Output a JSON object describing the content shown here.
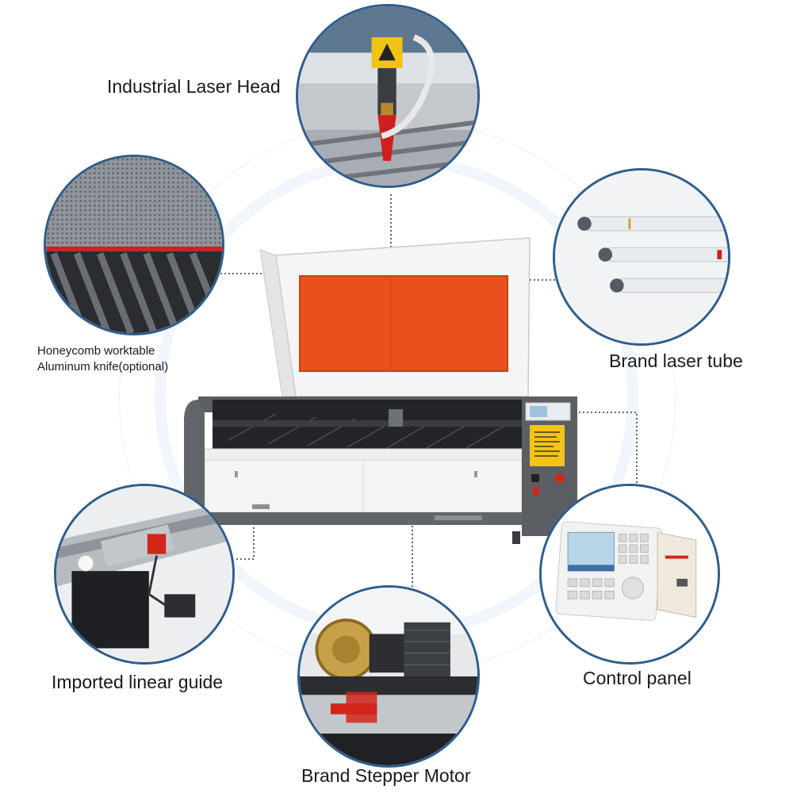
{
  "callouts": {
    "laser_head": {
      "label": "Industrial Laser Head"
    },
    "worktable": {
      "label_line1": "Honeycomb worktable",
      "label_line2": "Aluminum knife(optional)"
    },
    "laser_tube": {
      "label": "Brand laser tube"
    },
    "linear_guide": {
      "label": "Imported linear guide"
    },
    "control_panel": {
      "label": "Control panel"
    },
    "stepper_motor": {
      "label": "Brand Stepper Motor"
    }
  },
  "colors": {
    "circle_border": "#2f5d8c",
    "lid_window": "#e8501c",
    "machine_body": "#5f6368",
    "panel_white": "#f7f7f7",
    "warning_yellow": "#f3c318",
    "accent_red": "#d2261b"
  }
}
